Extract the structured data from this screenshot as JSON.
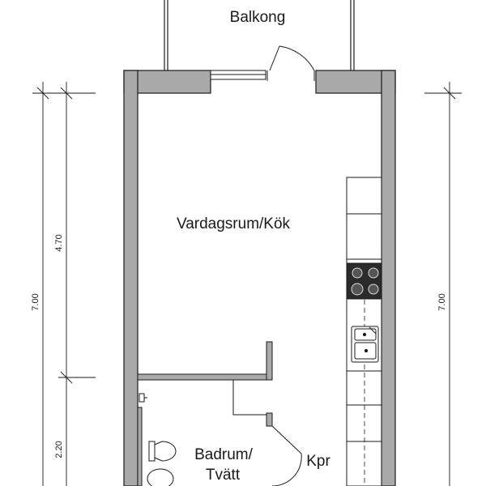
{
  "rooms": {
    "balcony": "Balkong",
    "living_kitchen": "Vardagsrum/Kök",
    "bathroom_line1": "Badrum/",
    "bathroom_line2": "Tvätt",
    "closet": "Kpr"
  },
  "dimensions": {
    "left_total": "7.00",
    "left_upper": "4.70",
    "left_lower": "2.20",
    "right_total": "7.00"
  },
  "colors": {
    "wall": "#a9a9a9",
    "outline": "#1a1a1a",
    "stove": "#2b2b2b"
  }
}
